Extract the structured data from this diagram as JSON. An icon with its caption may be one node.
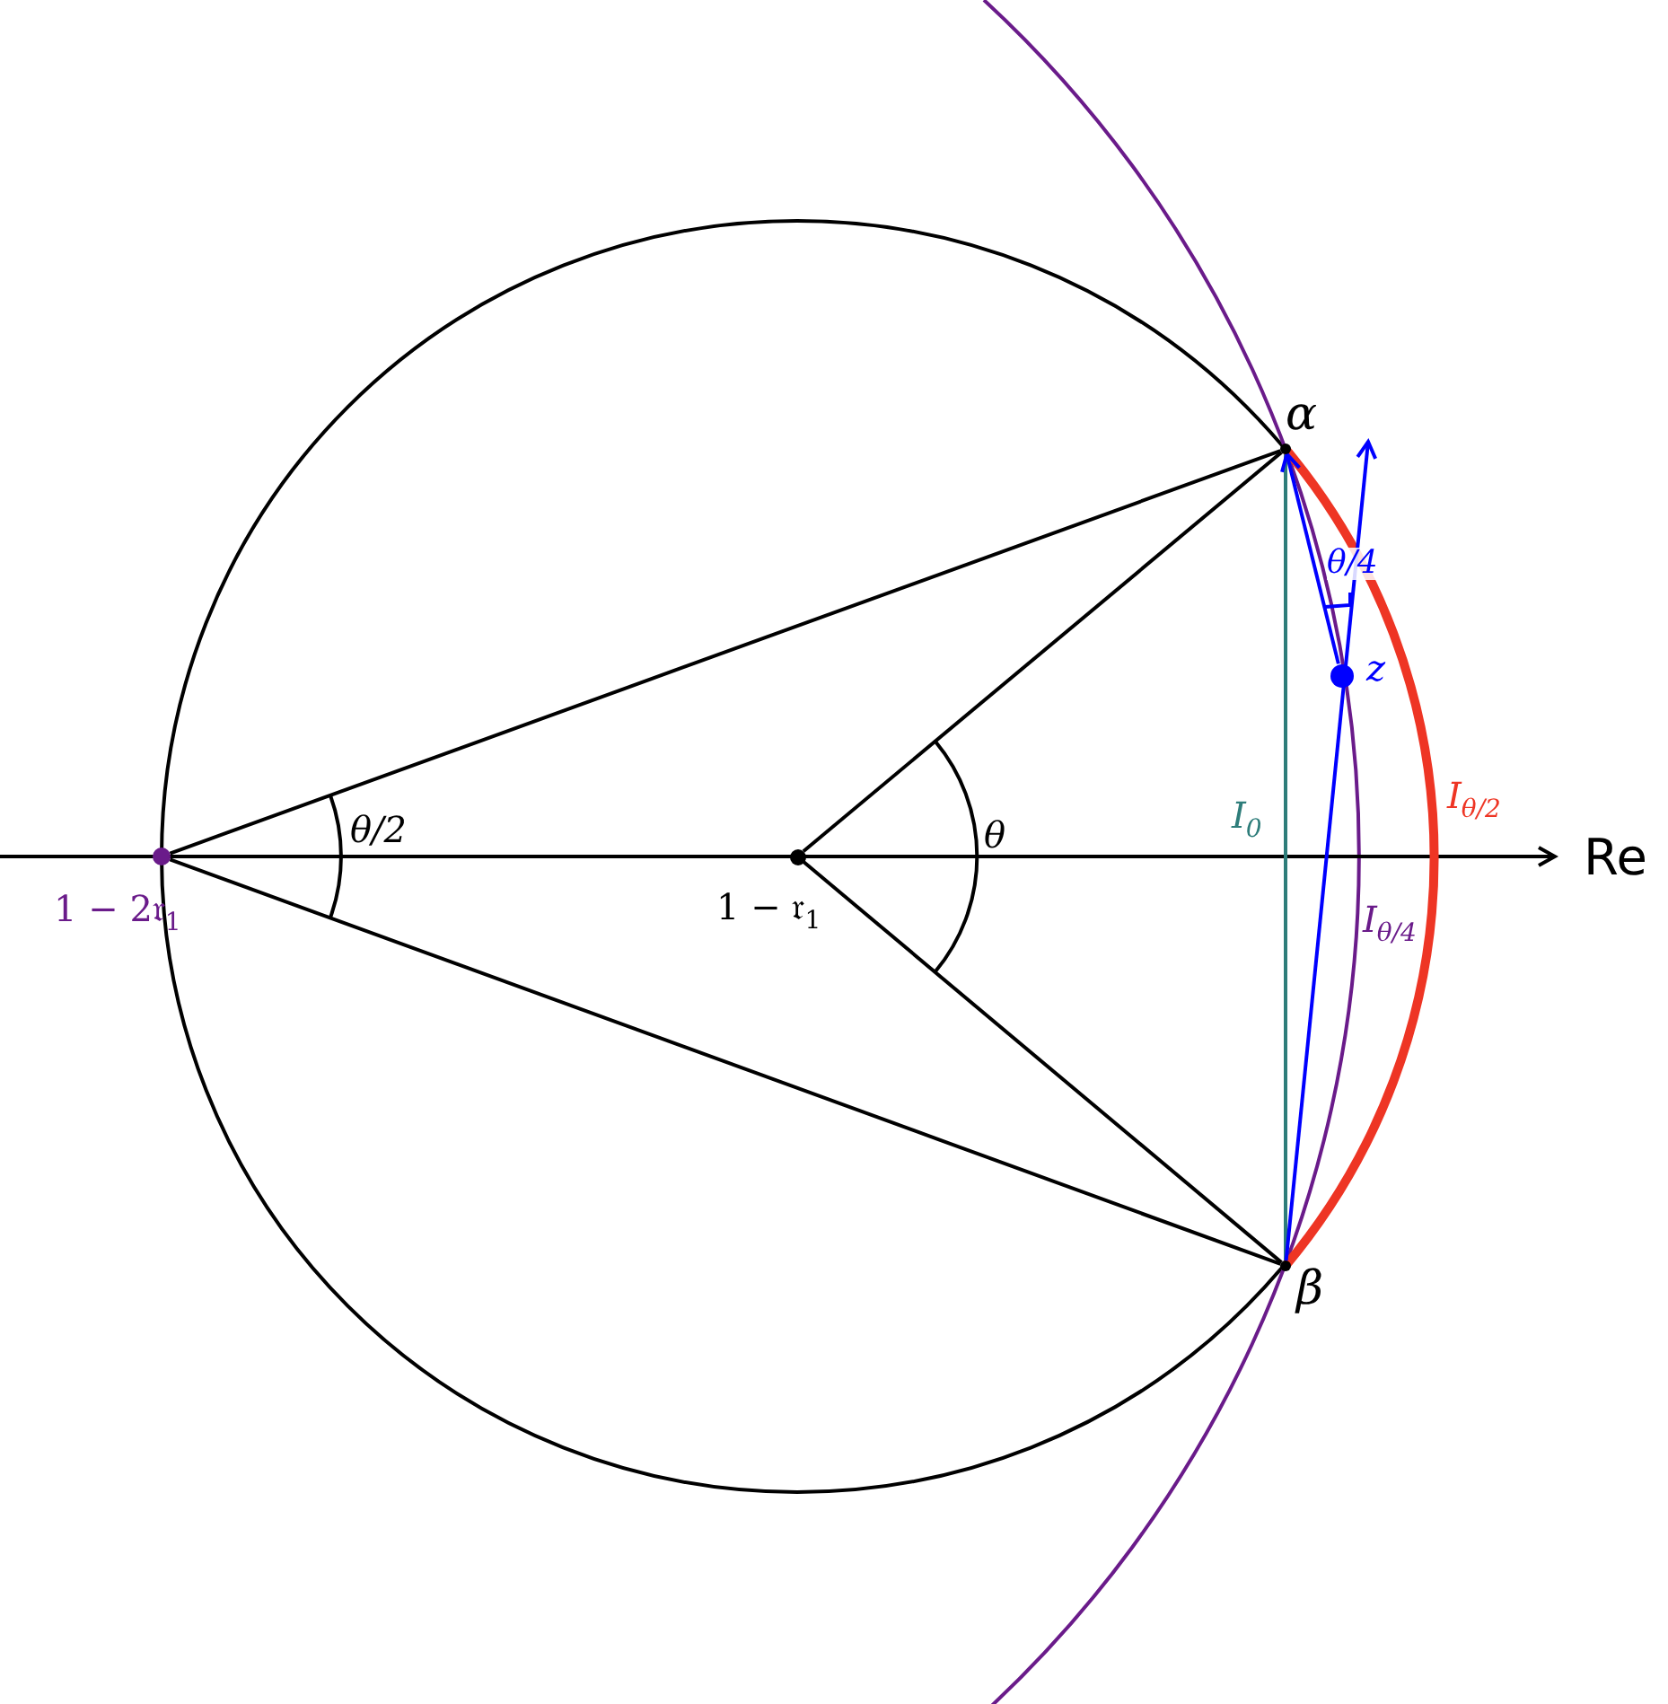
{
  "diagram": {
    "nodes": [
      {
        "text": [],
        "shape": "circle",
        "beside": [
          "1 − 2𝔯$_{1}$"
        ]
      },
      {
        "text": [],
        "shape": "circle",
        "beside": [
          "1 − 𝔯$_{1}$"
        ]
      },
      {
        "text": [],
        "shape": "circle",
        "beside": [
          "α"
        ]
      },
      {
        "text": [],
        "shape": "circle",
        "beside": [
          "β"
        ]
      },
      {
        "text": [],
        "shape": "circle",
        "beside": [
          "z"
        ]
      }
    ],
    "edges": [
      {
        "from": 0,
        "to": 2,
        "arrow": "none"
      },
      {
        "from": 0,
        "to": 3,
        "arrow": "none"
      },
      {
        "from": 1,
        "to": 2,
        "arrow": "none"
      },
      {
        "from": 1,
        "to": 3,
        "arrow": "none"
      },
      {
        "from": 2,
        "to": 3,
        "arrow": "none",
        "label": "I$_{0}$",
        "color": "#2e7d7a"
      },
      {
        "from": 2,
        "to": 3,
        "arrow": "none",
        "label": "I$_{θ/2}$",
        "style": "thick",
        "color": "#ee3524"
      },
      {
        "from": 4,
        "to": 2,
        "arrow": "to",
        "color": "#0000ff"
      },
      {
        "from": 3,
        "to": null,
        "arrow": "to",
        "color": "#0000ff"
      }
    ],
    "labels": [
      "θ/2",
      "θ",
      "θ/4",
      "I$_{θ/4}$",
      "Re"
    ]
  }
}
